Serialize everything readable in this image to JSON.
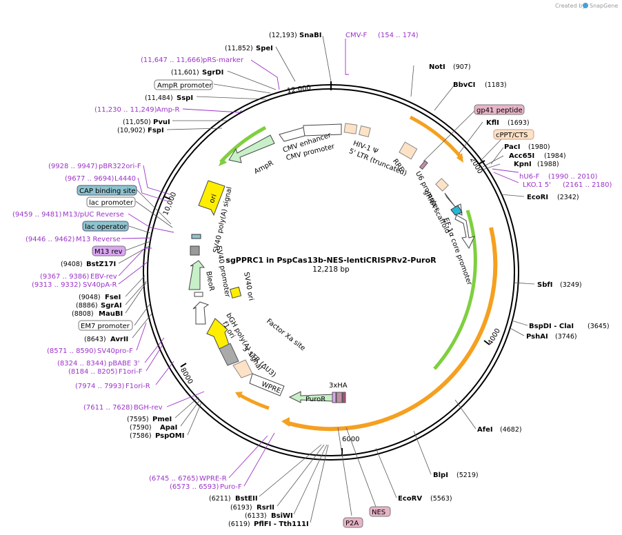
{
  "credit": {
    "prefix": "Created by",
    "brand": "SnapGene"
  },
  "plasmid": {
    "name": "sgPPRC1 in PspCas13b-NES-lentiCRISPRv2-PuroR",
    "size_label": "12,218 bp"
  },
  "ticks": [
    "2000",
    "4000",
    "6000",
    "8000",
    "10,000",
    "12,000"
  ],
  "enzymes": [
    {
      "name": "SnaBI",
      "pos": "(12,193)"
    },
    {
      "name": "SpeI",
      "pos": "(11,852)"
    },
    {
      "name": "SgrDI",
      "pos": "(11,601)"
    },
    {
      "name": "SspI",
      "pos": "(11,484)"
    },
    {
      "name": "PvuI",
      "pos": "(11,050)"
    },
    {
      "name": "FspI",
      "pos": "(10,902)"
    },
    {
      "name": "BstZ17I",
      "pos": "(9408)"
    },
    {
      "name": "FseI",
      "pos": "(9048)"
    },
    {
      "name": "SgrAI",
      "pos": "(8886)"
    },
    {
      "name": "MauBI",
      "pos": "(8808)"
    },
    {
      "name": "AvrII",
      "pos": "(8643)"
    },
    {
      "name": "PmeI",
      "pos": "(7595)"
    },
    {
      "name": "ApaI",
      "pos": "(7590)"
    },
    {
      "name": "PspOMI",
      "pos": "(7586)"
    },
    {
      "name": "BstEII",
      "pos": "(6211)"
    },
    {
      "name": "RsrII",
      "pos": "(6193)"
    },
    {
      "name": "BsiWI",
      "pos": "(6133)"
    },
    {
      "name": "PflFI - Tth111I",
      "pos": "(6119)"
    },
    {
      "name": "NotI",
      "pos": "(907)"
    },
    {
      "name": "BbvCI",
      "pos": "(1183)"
    },
    {
      "name": "KflI",
      "pos": "(1693)"
    },
    {
      "name": "PacI",
      "pos": "(1980)"
    },
    {
      "name": "Acc65I",
      "pos": "(1984)"
    },
    {
      "name": "KpnI",
      "pos": "(1988)"
    },
    {
      "name": "EcoRI",
      "pos": "(2342)"
    },
    {
      "name": "SbfI",
      "pos": "(3249)"
    },
    {
      "name": "BspDI - ClaI",
      "pos": "(3645)"
    },
    {
      "name": "PshAI",
      "pos": "(3746)"
    },
    {
      "name": "AfeI",
      "pos": "(4682)"
    },
    {
      "name": "BlpI",
      "pos": "(5219)"
    },
    {
      "name": "EcoRV",
      "pos": "(5563)"
    }
  ],
  "primers": [
    {
      "name": "CMV-F",
      "pos": "(154 .. 174)"
    },
    {
      "name": "pRS-marker",
      "pos": "(11,647 .. 11,666)"
    },
    {
      "name": "Amp-R",
      "pos": "(11,230 .. 11,249)"
    },
    {
      "name": "pBR322ori-F",
      "pos": "(9928 .. 9947)"
    },
    {
      "name": "L4440",
      "pos": "(9677 .. 9694)"
    },
    {
      "name": "M13/pUC Reverse",
      "pos": "(9459 .. 9481)"
    },
    {
      "name": "M13 Reverse",
      "pos": "(9446 .. 9462)"
    },
    {
      "name": "EBV-rev",
      "pos": "(9367 .. 9386)"
    },
    {
      "name": "SV40pA-R",
      "pos": "(9313 .. 9332)"
    },
    {
      "name": "SV40pro-F",
      "pos": "(8571 .. 8590)"
    },
    {
      "name": "pBABE 3'",
      "pos": "(8324 .. 8344)"
    },
    {
      "name": "F1ori-F",
      "pos": "(8184 .. 8205)"
    },
    {
      "name": "F1ori-R",
      "pos": "(7974 .. 7993)"
    },
    {
      "name": "BGH-rev",
      "pos": "(7611 .. 7628)"
    },
    {
      "name": "WPRE-R",
      "pos": "(6745 .. 6765)"
    },
    {
      "name": "Puro-F",
      "pos": "(6573 .. 6593)"
    },
    {
      "name": "hU6-F",
      "pos": "(1990 .. 2010)"
    },
    {
      "name": "LKO.1 5'",
      "pos": "(2161 .. 2180)"
    }
  ],
  "boxed_features": [
    {
      "name": "AmpR promoter",
      "style": "white"
    },
    {
      "name": "CAP binding site",
      "style": "blue"
    },
    {
      "name": "lac promoter",
      "style": "white"
    },
    {
      "name": "lac operator",
      "style": "blue"
    },
    {
      "name": "M13 rev",
      "style": "purple"
    },
    {
      "name": "EM7 promoter",
      "style": "white"
    },
    {
      "name": "gp41 peptide",
      "style": "pink"
    },
    {
      "name": "cPPT/CTS",
      "style": "orange"
    },
    {
      "name": "P2A",
      "style": "pink"
    },
    {
      "name": "NES",
      "style": "pink"
    }
  ],
  "features": {
    "cmv_enhancer": "CMV enhancer",
    "cmv_promoter": "CMV promoter",
    "hiv_psi": "HIV-1 Ψ",
    "ltr5": "5' LTR (truncated)",
    "rre": "RRE",
    "u6": "U6 promoter",
    "grna": "gRNA scaffold",
    "ef1a": "EF-1α core promoter",
    "ampr": "AmpR",
    "ori": "ori",
    "sv40pa": "SV40 poly(A) signal",
    "sv40prom": "SV40 promoter",
    "bleor": "BleoR",
    "sv40ori": "SV40 ori",
    "bgh": "bGH poly(A) signal",
    "f1ori": "f1 ori",
    "ltr3": "3' LTR (ΔU3)",
    "factorxa": "Factor Xa site",
    "wpre": "WPRE",
    "puror": "PuroR",
    "hax3": "3xHA"
  },
  "colors": {
    "primer": "#9b32c8",
    "orange_arrow": "#f5a020",
    "green_arrow": "#7fcf3f",
    "blue_box": "#8ec3cf",
    "pink_box": "#e8b4c8",
    "purple_box": "#d9a6f0",
    "orange_box": "#fde2c6"
  }
}
